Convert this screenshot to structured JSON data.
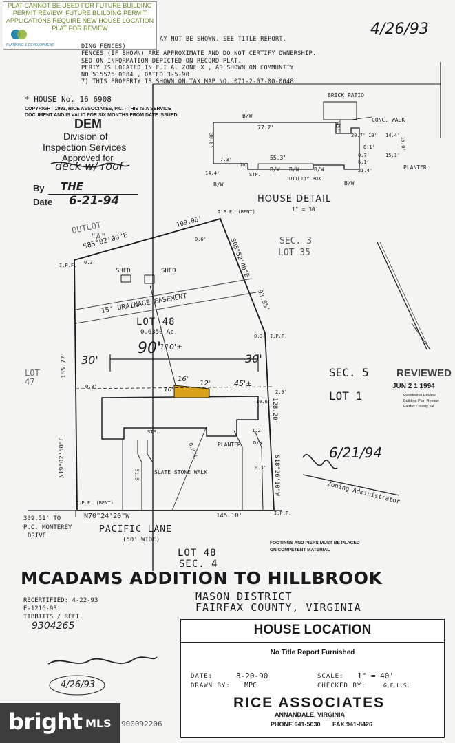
{
  "notice": {
    "lines": [
      "PLAT CANNOT BE USED FOR FUTURE BUILDING",
      "PERMIT REVIEW. FUTURE BUILDING PERMIT",
      "APPLICATIONS REQUIRE NEW HOUSE LOCATION",
      "PLAT FOR REVIEW"
    ],
    "logo_caption": "PLANNING & DEVELOPMENT"
  },
  "handwritten_date_top": "4/26/93",
  "notes": [
    "AY NOT BE SHOWN. SEE TITLE REPORT.",
    "DING FENCES)",
    "FENCES (IF SHOWN) ARE APPROXIMATE AND DO NOT CERTIFY OWNERSHIP.",
    "SED ON INFORMATION DEPICTED ON RECORD PLAT.",
    "PERTY IS LOCATED IN F.I.A. ZONE X , AS SHOWN ON COMMUNITY",
    "NO 515525 0084 , DATED 3-5-90",
    "7) THIS PROPERTY IS SHOWN ON TAX MAP NO. 071-2-07-00-0048"
  ],
  "house_number": "* HOUSE No. 16 6908",
  "copyright": [
    "COPYRIGHT 1993, RICE ASSOCIATES, P.C. - THIS IS A SERVICE",
    "DOCUMENT AND IS VALID FOR SIX MONTHS FROM DATE ISSUED."
  ],
  "dem_stamp": {
    "title": "DEM",
    "line1": "Division of",
    "line2": "Inspection Services",
    "line3": "Approved for",
    "handwritten": "deck w/ roof",
    "by_label": "By",
    "by_value": "THE",
    "date_label": "Date",
    "date_value": "6-21-94"
  },
  "house_detail": {
    "brick_patio": "BRICK PATIO",
    "conc_walk": "CONC. WALK",
    "planter": "PLANTER",
    "utility_box": "UTILITY BOX",
    "bw": "B/W",
    "stp": "STP.",
    "dims": [
      "77.7'",
      "55.3'",
      "20.7'",
      "10'",
      "14.4'",
      "8.1'",
      "15.1'",
      "0.7'",
      "6.1'",
      "21.4'",
      "30.8'",
      "7.3'",
      "14.4'",
      "15.0'",
      "10'",
      "43'"
    ],
    "title": "HOUSE DETAIL",
    "scale": "1\" = 30'"
  },
  "plat": {
    "outlot": "OUTLOT",
    "outlot_a": "\"A\"",
    "bearing_north": "S85°02'00\"E",
    "dist_north": "109.06'",
    "ipf_bent_ne": "I.P.F. (BENT)",
    "bearing_east": "S05°52'40\"E",
    "dist_east": "93.55'",
    "sec3": "SEC. 3",
    "lot35": "LOT 35",
    "ipf_nw": "I.P.F.",
    "offset_nw": "0.3'",
    "offset_ne": "0.6'",
    "shed": "SHED",
    "easement": "15' DRAINAGE EASEMENT",
    "lot": "LOT 48",
    "acres": "0.6350 Ac.",
    "hand_90": "90'",
    "hand_110": "110'±",
    "hand_30_left": "30'",
    "hand_30_right": "30'",
    "hand_16": "16'",
    "hand_12": "12'",
    "hand_45": "45'±",
    "hand_10": "10'",
    "ipf_e": "I.P.F.",
    "offset_e": "0.3'",
    "lot47": "LOT 47",
    "west_dist": "185.77'",
    "west_bearing": "N19°02'50\"E",
    "offset_w": "0.8'",
    "sec5": "SEC. 5",
    "lot1": "LOT 1",
    "e_dist": "128.20'",
    "e_bearing": "S18°26'10\"W",
    "d_106": "10.6'",
    "d_29": "2.9'",
    "d_12": "1.2'",
    "stp": "STP.",
    "planter": "PLANTER",
    "ohw": "O.H.W.",
    "dw": "D/W",
    "walk": "SLATE STONE WALK",
    "offset_se": "0.3'",
    "d_515": "51.5'",
    "ipf_bent_sw": "I.P.F. (BENT)",
    "ipf_se": "I.P.F.",
    "bearing_south": "N70°24'20\"W",
    "dist_south": "145.10'",
    "pc_dist": "309.51' TO",
    "pc_name": "P.C. MONTEREY",
    "pc_drive": "DRIVE",
    "street": "PACIFIC LANE",
    "street_width": "(50' WIDE)"
  },
  "reviewed_stamp": {
    "title": "REVIEWED",
    "date": "JUN 2 1 1994",
    "l1": "Residential Review",
    "l2": "Building Plan Review",
    "l3": "Fairfax County, VA"
  },
  "zoning": {
    "date": "6/21/94",
    "label": "Zoning Administrator"
  },
  "footings_note": [
    "FOOTINGS AND PIERS MUST BE PLACED",
    "ON COMPETENT MATERIAL"
  ],
  "lot_sec": [
    "LOT 48",
    "SEC. 4"
  ],
  "subdivision": "MCADAMS ADDITION TO HILLBROOK",
  "district": "MASON DISTRICT",
  "county": "FAIRFAX COUNTY, VIRGINIA",
  "recert": [
    "RECERTIFIED: 4-22-93",
    "E-1216-93",
    "TIBBITTS / REFI.",
    "9304265"
  ],
  "signature_date": "4/26/93",
  "title_block": {
    "title": "HOUSE LOCATION",
    "subtitle": "No Title Report Furnished",
    "date_label": "DATE:",
    "date_value": "8-20-90",
    "scale_label": "SCALE:",
    "scale_value": "1\" = 40'",
    "drawn_label": "DRAWN BY:",
    "drawn_value": "MPC",
    "checked_label": "CHECKED BY:",
    "checked_value": "G.F.L.S.",
    "firm": "RICE ASSOCIATES",
    "city": "ANNANDALE, VIRGINIA",
    "phone": "PHONE 941-5030",
    "fax": "FAX 941-8426"
  },
  "doc_number": "900092206",
  "watermark": {
    "brand": "bright",
    "mls": "MLS"
  }
}
